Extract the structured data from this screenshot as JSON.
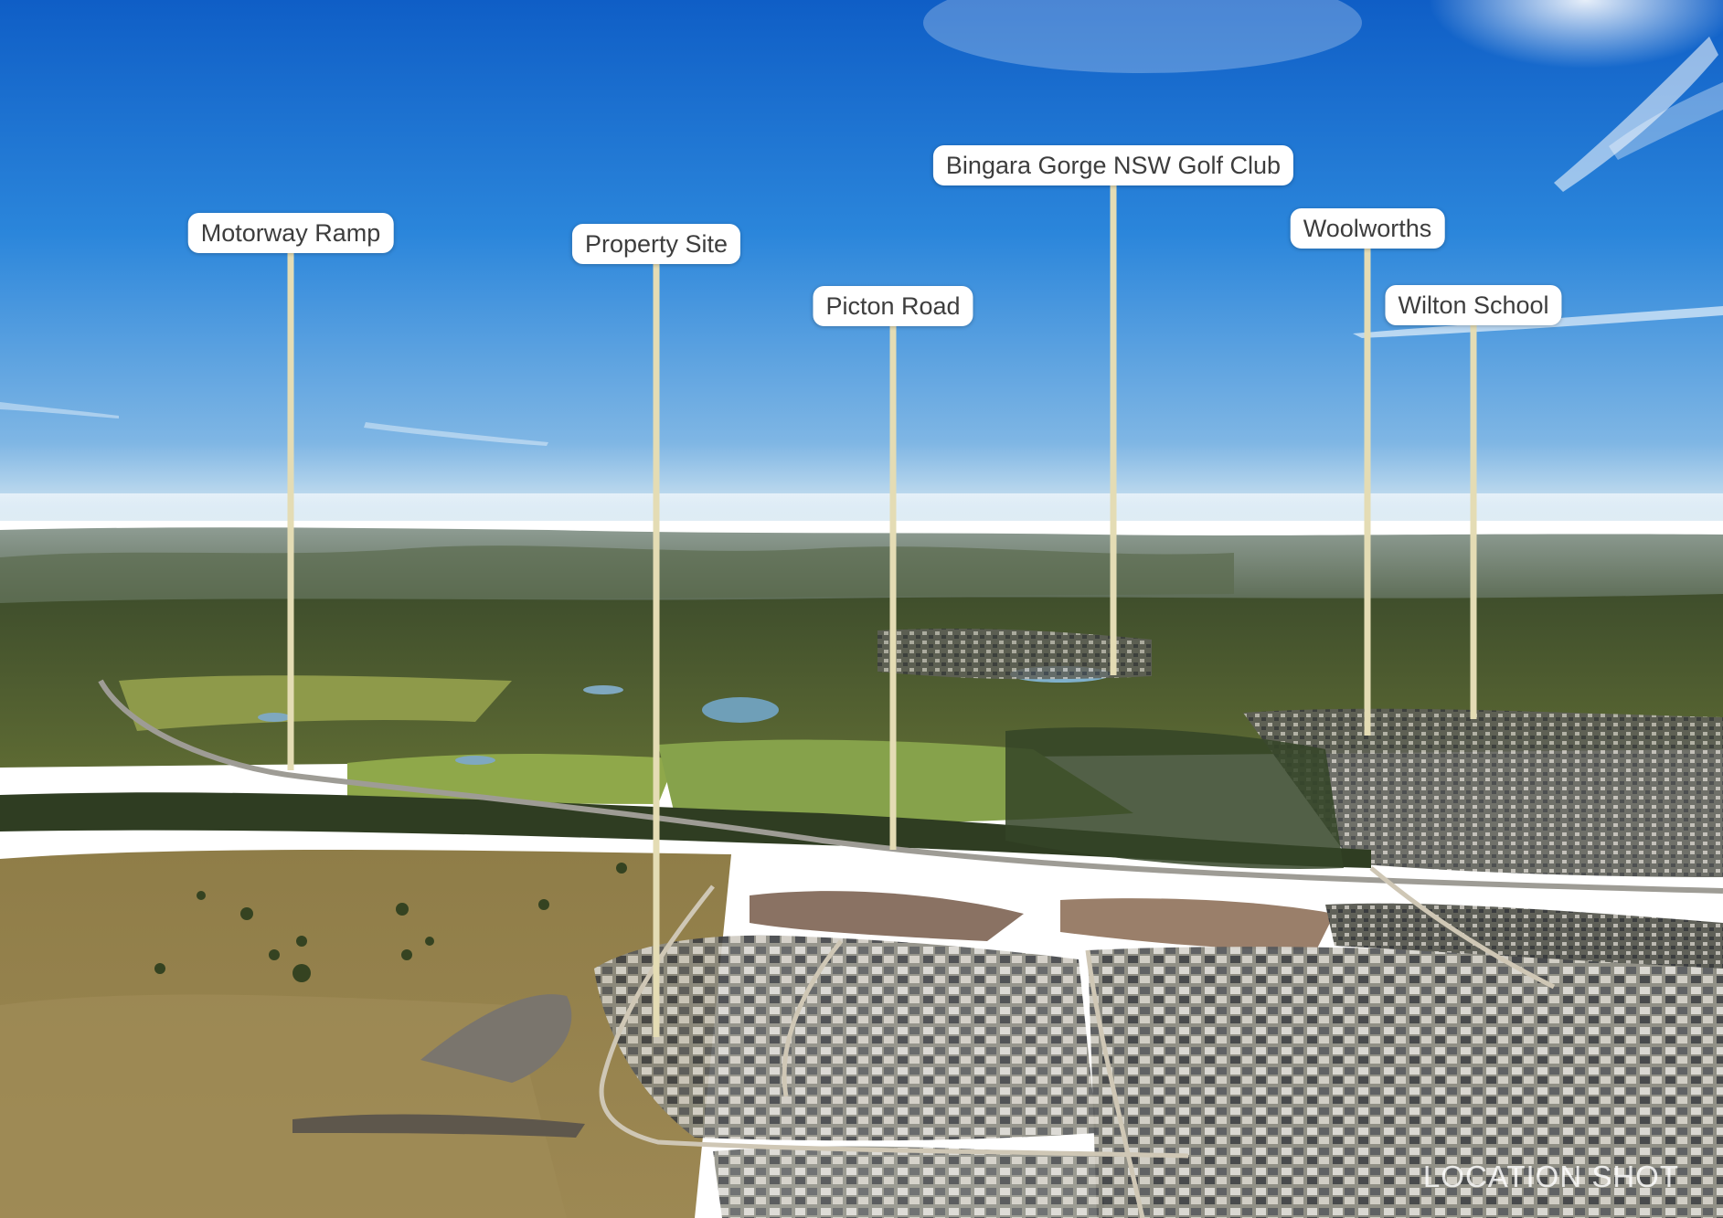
{
  "image": {
    "kind": "aerial-photo",
    "watermark": "LOCATION SHOT"
  },
  "pins": [
    {
      "id": "motorway-ramp",
      "label": "Motorway Ramp"
    },
    {
      "id": "property-site",
      "label": "Property Site"
    },
    {
      "id": "picton-road",
      "label": "Picton Road"
    },
    {
      "id": "golf-club",
      "label": "Bingara Gorge NSW Golf Club"
    },
    {
      "id": "woolworths",
      "label": "Woolworths"
    },
    {
      "id": "wilton-school",
      "label": "Wilton School"
    }
  ],
  "colors": {
    "sky_top": "#1565c8",
    "sky_bottom": "#cfe3f2",
    "label_bg": "#ffffff",
    "label_text": "#3d3d3d",
    "pin_line": "#e4dcb4"
  }
}
